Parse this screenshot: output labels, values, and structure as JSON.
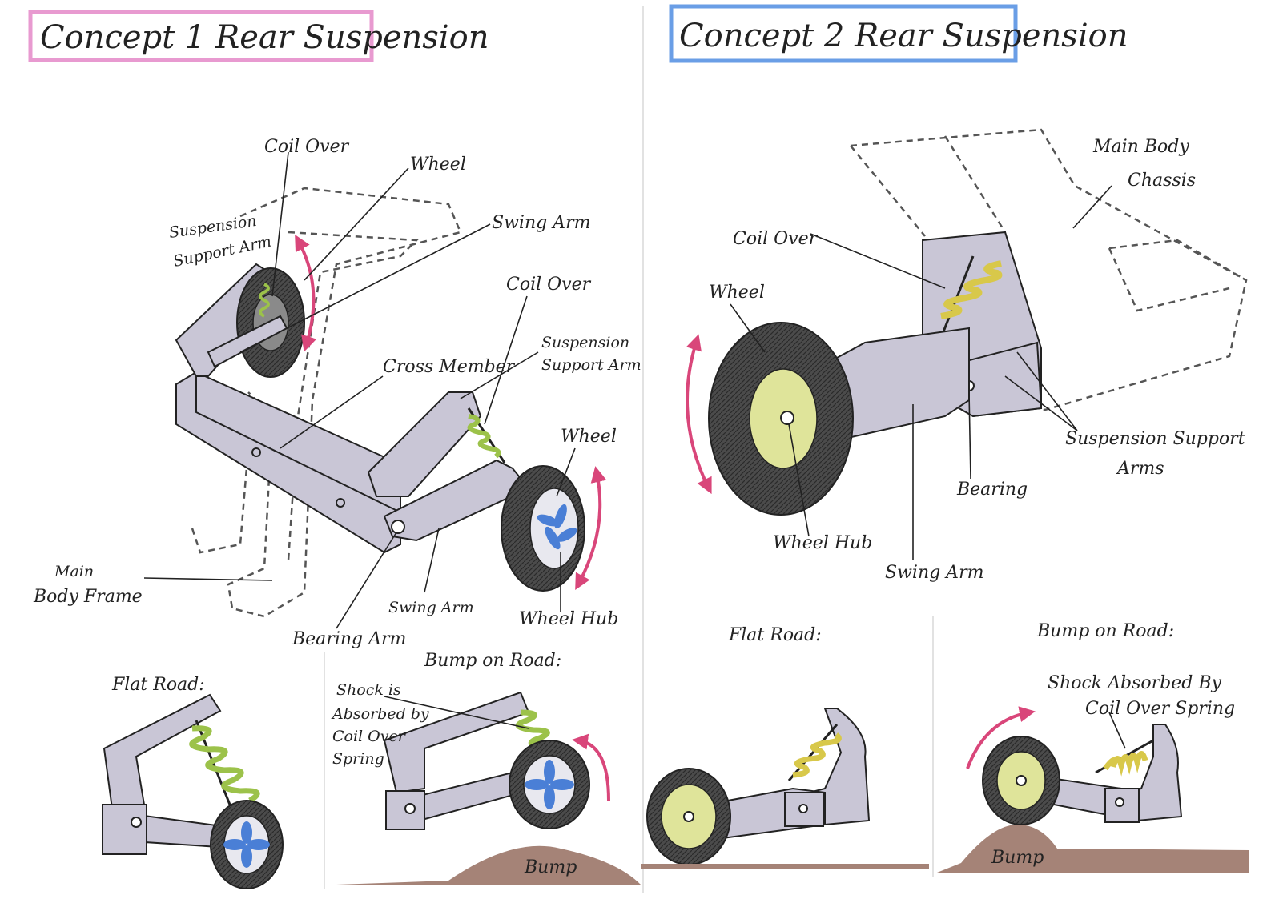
{
  "titles": {
    "concept1": "Concept 1 Rear Suspension",
    "concept2": "Concept 2 Rear Suspension"
  },
  "concept1": {
    "labels": {
      "coil_over_top": "Coil Over",
      "wheel_top": "Wheel",
      "suspension_support_arm_left_1": "Suspension",
      "suspension_support_arm_left_2": "Support Arm",
      "swing_arm_top": "Swing Arm",
      "coil_over_right": "Coil Over",
      "cross_member": "Cross Member",
      "suspension_support_arm_right_1": "Suspension",
      "suspension_support_arm_right_2": "Support Arm",
      "wheel_right": "Wheel",
      "main_body_frame_1": "Main",
      "main_body_frame_2": "Body Frame",
      "swing_arm_bottom": "Swing Arm",
      "wheel_hub": "Wheel Hub",
      "bearing_arm": "Bearing Arm"
    },
    "flat_road": {
      "title": "Flat Road:"
    },
    "bump_on_road": {
      "title": "Bump on Road:",
      "note_1": "Shock is",
      "note_2": "Absorbed by",
      "note_3": "Coil Over",
      "note_4": "Spring",
      "bump": "Bump"
    }
  },
  "concept2": {
    "labels": {
      "main_body_1": "Main Body",
      "main_body_2": "Chassis",
      "coil_over": "Coil Over",
      "wheel": "Wheel",
      "suspension_support_arms_1": "Suspension Support",
      "suspension_support_arms_2": "Arms",
      "bearing": "Bearing",
      "wheel_hub": "Wheel Hub",
      "swing_arm": "Swing Arm"
    },
    "flat_road": {
      "title": "Flat Road:"
    },
    "bump_on_road": {
      "title": "Bump on Road:",
      "note_1": "Shock Absorbed By",
      "note_2": "Coil Over Spring",
      "bump": "Bump"
    }
  },
  "colors": {
    "title1_frame": "#e89ad0",
    "title2_frame": "#6a9ee6",
    "motion_arrow": "#d9467a",
    "spring": "#9cc24a",
    "spring2": "#d8c84a",
    "hub_blue": "#4a7fd6",
    "hub_yellow": "#dfe49a",
    "arm_fill": "#c9c6d6",
    "tyre": "#4b4b4b",
    "road": "#a58377"
  },
  "icons": {
    "spring": "coil-spring-icon",
    "wheel": "wheel-icon",
    "arrow": "curved-arrow-icon"
  }
}
